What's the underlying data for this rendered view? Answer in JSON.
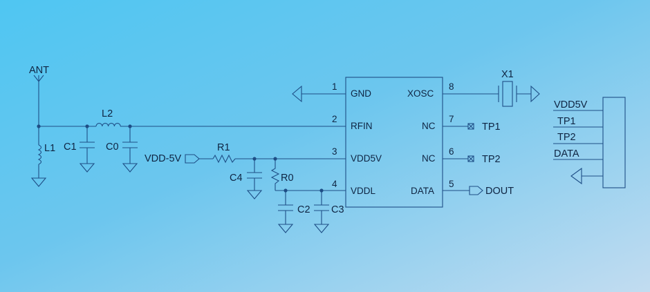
{
  "antenna": {
    "label": "ANT"
  },
  "inductors": {
    "l1": "L1",
    "l2": "L2"
  },
  "capacitors": {
    "c0": "C0",
    "c1": "C1",
    "c2": "C2",
    "c3": "C3",
    "c4": "C4"
  },
  "resistors": {
    "r0": "R0",
    "r1": "R1"
  },
  "supply": {
    "label": "VDD-5V"
  },
  "chip": {
    "pins_left": [
      {
        "number": "1",
        "name": "GND"
      },
      {
        "number": "2",
        "name": "RFIN"
      },
      {
        "number": "3",
        "name": "VDD5V"
      },
      {
        "number": "4",
        "name": "VDDL"
      }
    ],
    "pins_right": [
      {
        "number": "8",
        "name": "XOSC"
      },
      {
        "number": "7",
        "name": "NC"
      },
      {
        "number": "6",
        "name": "NC"
      },
      {
        "number": "5",
        "name": "DATA"
      }
    ]
  },
  "crystal": {
    "label": "X1"
  },
  "test_points": {
    "tp1": "TP1",
    "tp2": "TP2"
  },
  "output": {
    "label": "DOUT"
  },
  "connector": {
    "pins": [
      "VDD5V",
      "TP1",
      "TP2",
      "DATA"
    ]
  },
  "colors": {
    "background_start": "#4fc6f2",
    "background_end": "#c2dcf0",
    "wire": "#1e4e86",
    "text": "#0e2442"
  }
}
